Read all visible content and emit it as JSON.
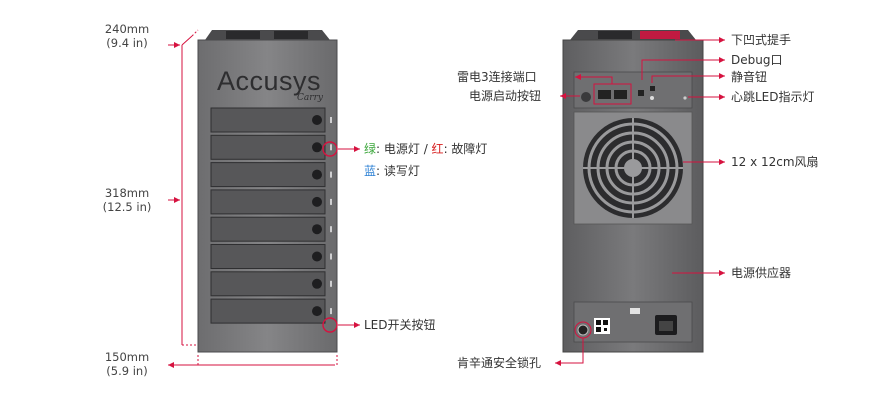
{
  "dimensions": {
    "height": {
      "mm": "240mm",
      "in": "(9.4 in)"
    },
    "depth": {
      "mm": "318mm",
      "in": "(12.5 in)"
    },
    "width": {
      "mm": "150mm",
      "in": "(5.9 in)"
    }
  },
  "front": {
    "brand": "Accusys",
    "signature": "Carry",
    "drive_bays": 8,
    "legend": {
      "green": "绿",
      "sep1": ": 电源灯 / ",
      "red": "红",
      "sep2": ": 故障灯",
      "blue": "蓝",
      "sep3": ": 读写灯"
    },
    "led_switch": "LED开关按钮"
  },
  "rear": {
    "labels": {
      "handle": "下凹式提手",
      "debug": "Debug口",
      "thunderbolt": "雷电3连接端口",
      "mute": "静音钮",
      "power_button": "电源启动按钮",
      "heartbeat_led": "心跳LED指示灯",
      "fan": "12 x 12cm风扇",
      "psu": "电源供应器",
      "lock": "肯辛通安全锁孔"
    }
  },
  "colors": {
    "accent": "#d6123f",
    "chassis": "#7b7b7d",
    "chassis_dark": "#555557",
    "legend_green": "#3aa63a",
    "legend_red": "#d82020",
    "legend_blue": "#2a7fd4"
  }
}
